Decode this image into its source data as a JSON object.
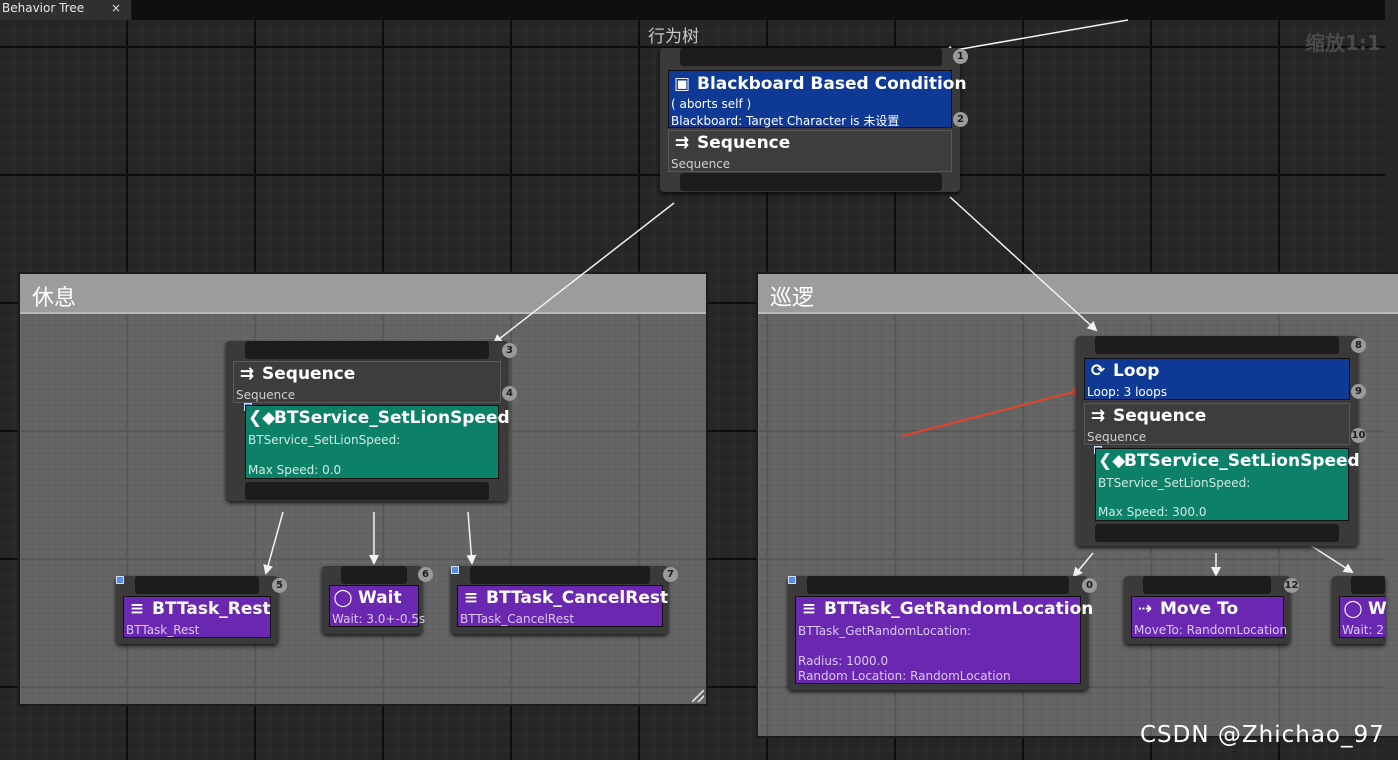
{
  "tab": {
    "label": "Behavior Tree",
    "close": "×"
  },
  "graph": {
    "title": "行为树",
    "zoom": "缩放1:1"
  },
  "comments": {
    "rest": "休息",
    "patrol": "巡逻"
  },
  "root": {
    "badge1": "1",
    "badge2": "2",
    "decorator": {
      "title": "Blackboard Based Condition",
      "line1": "( aborts self )",
      "line2": "Blackboard: Target Character is 未设置"
    },
    "composite": {
      "title": "Sequence",
      "sub": "Sequence"
    }
  },
  "rest_seq": {
    "badge3": "3",
    "badge4": "4",
    "composite": {
      "title": "Sequence",
      "sub": "Sequence"
    },
    "service": {
      "title": "BTService_SetLionSpeed",
      "line1": "BTService_SetLionSpeed:",
      "line2": "Max Speed: 0.0"
    }
  },
  "rest_tasks": [
    {
      "badge": "5",
      "title": "BTTask_Rest",
      "sub": "BTTask_Rest"
    },
    {
      "badge": "6",
      "title": "Wait",
      "sub": "Wait: 3.0+-0.5s"
    },
    {
      "badge": "7",
      "title": "BTTask_CancelRest",
      "sub": "BTTask_CancelRest"
    }
  ],
  "patrol_seq": {
    "badge8": "8",
    "badge9": "9",
    "badge10": "10",
    "decorator": {
      "title": "Loop",
      "sub": "Loop: 3 loops"
    },
    "composite": {
      "title": "Sequence",
      "sub": "Sequence"
    },
    "service": {
      "title": "BTService_SetLionSpeed",
      "line1": "BTService_SetLionSpeed:",
      "line2": "Max Speed: 300.0"
    }
  },
  "patrol_tasks": [
    {
      "badge": "0",
      "title": "BTTask_GetRandomLocation",
      "line1": "BTTask_GetRandomLocation:",
      "line2": "Radius: 1000.0",
      "line3": "Random Location: RandomLocation"
    },
    {
      "badge": "12",
      "title": "Move To",
      "sub": "MoveTo: RandomLocation"
    },
    {
      "title": "W",
      "sub": "Wait: 2"
    }
  ],
  "icons": {
    "decorator": "blackboard-icon",
    "composite": "sequence-icon",
    "service": "service-icon",
    "task": "task-icon",
    "wait": "wait-icon",
    "loop": "loop-icon",
    "moveto": "move-to-icon"
  },
  "colors": {
    "decorator": "#0e3a96",
    "service": "#0d8168",
    "task": "#6a27b0",
    "composite": "#3d3d3d",
    "annotation_arrow": "#e0452a"
  },
  "watermark": "CSDN @Zhichao_97"
}
